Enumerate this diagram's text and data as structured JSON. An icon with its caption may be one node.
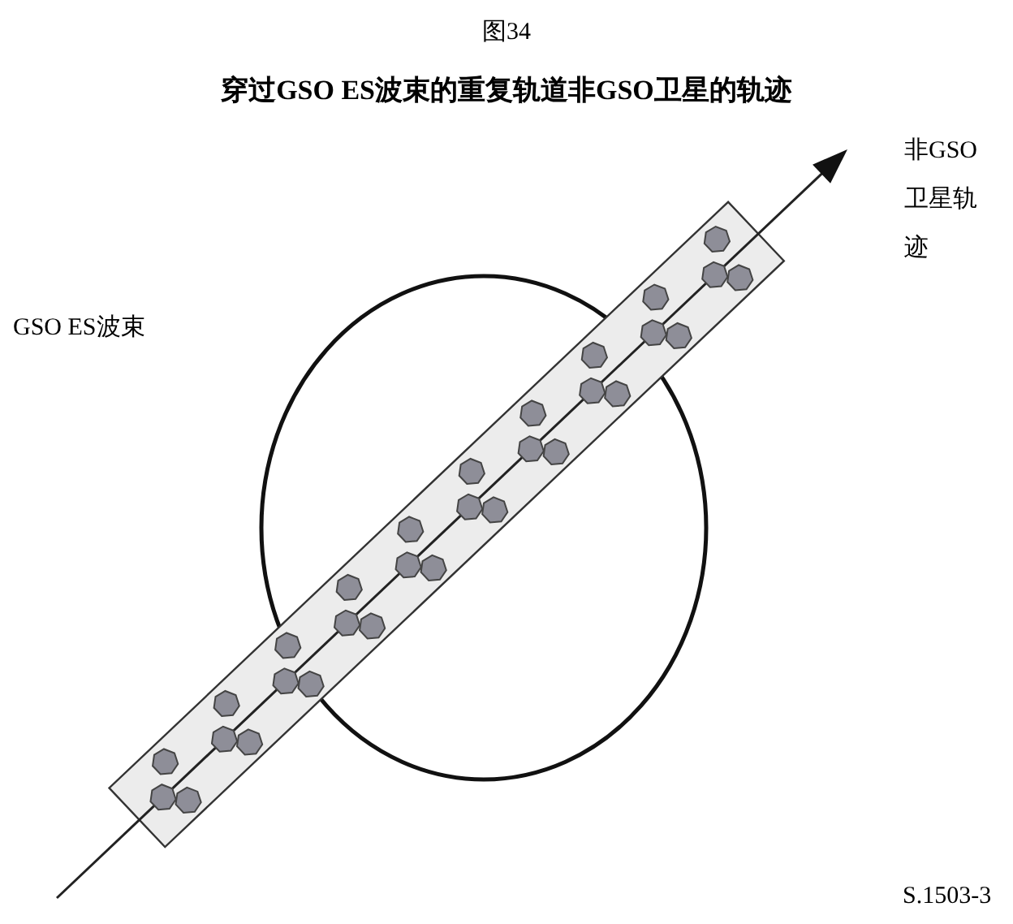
{
  "diagram": {
    "title": "穿过GSO ES波束的重复轨道非GSO卫星的轨迹",
    "labels": [
      "图34",
      "GSO ES波束",
      "非GSO卫星轨迹",
      "S.1503-3"
    ]
  }
}
